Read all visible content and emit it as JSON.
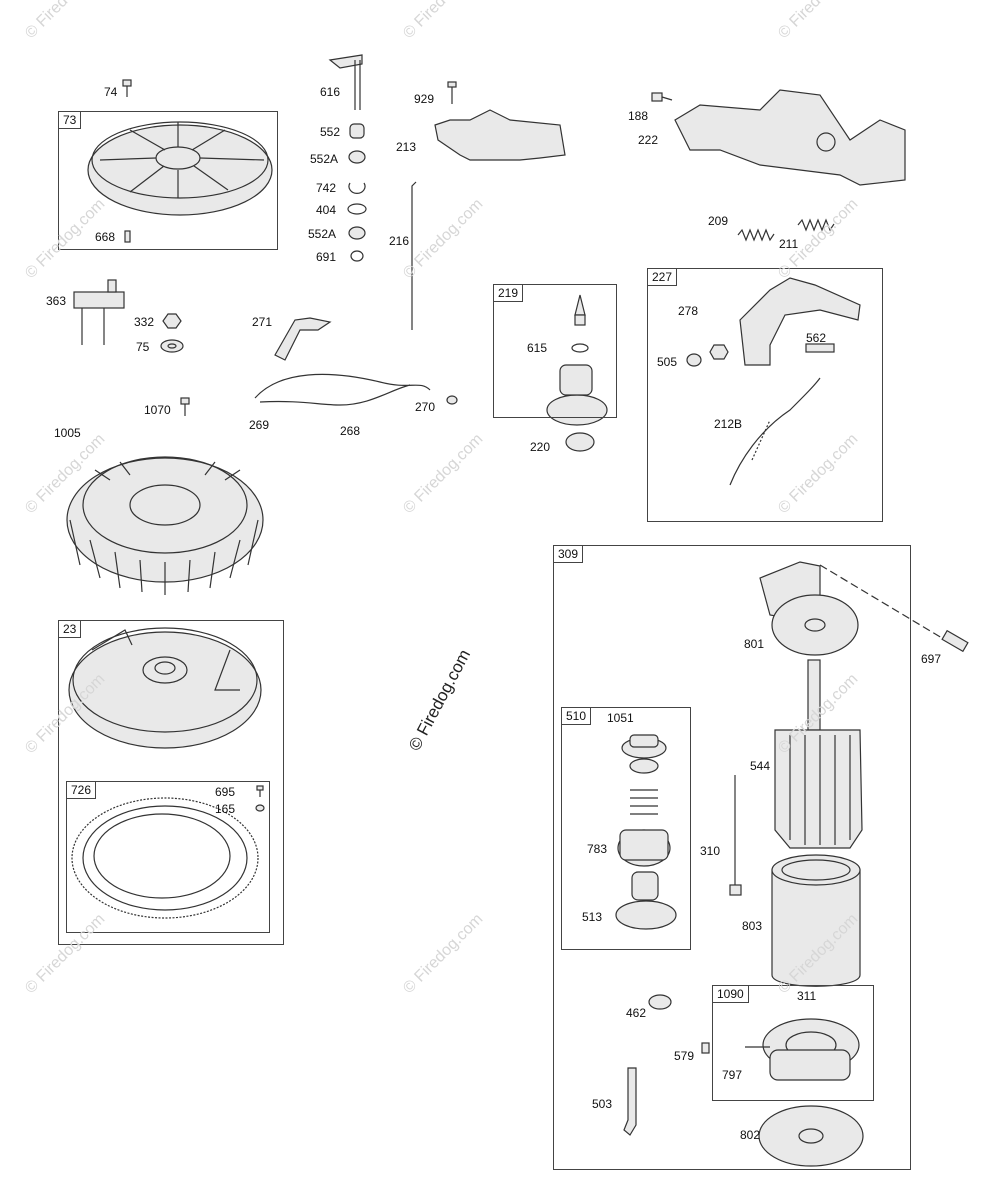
{
  "watermark": "© Firedog.com",
  "center_watermark": "© Firedog.com",
  "groups": {
    "g73": "73",
    "g219": "219",
    "g227": "227",
    "g23": "23",
    "g726": "726",
    "g309": "309",
    "g510": "510",
    "g1090": "1090"
  },
  "parts": {
    "p74": "74",
    "p668": "668",
    "p363": "363",
    "p332": "332",
    "p75": "75",
    "p1070": "1070",
    "p1005": "1005",
    "p616": "616",
    "p552": "552",
    "p552a_1": "552A",
    "p742": "742",
    "p404": "404",
    "p552a_2": "552A",
    "p691": "691",
    "p271": "271",
    "p269": "269",
    "p268": "268",
    "p270": "270",
    "p216": "216",
    "p929": "929",
    "p213": "213",
    "p615": "615",
    "p220": "220",
    "p188": "188",
    "p222": "222",
    "p209": "209",
    "p211": "211",
    "p278": "278",
    "p505": "505",
    "p562": "562",
    "p212b": "212B",
    "p695": "695",
    "p165": "165",
    "p801": "801",
    "p697": "697",
    "p544": "544",
    "p310": "310",
    "p803": "803",
    "p1051": "1051",
    "p783": "783",
    "p513": "513",
    "p462": "462",
    "p579": "579",
    "p503": "503",
    "p311": "311",
    "p797": "797",
    "p802": "802"
  }
}
